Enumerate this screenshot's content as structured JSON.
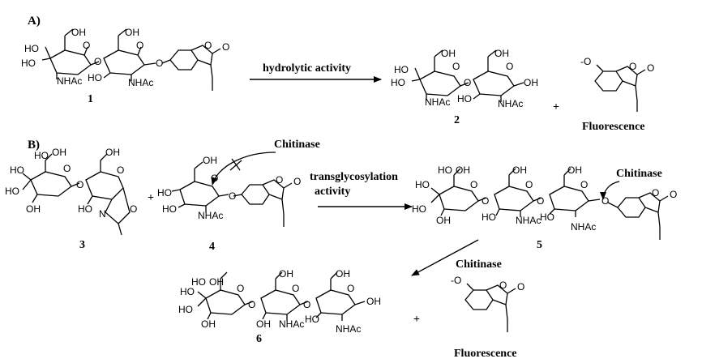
{
  "section_a": {
    "label": "A)"
  },
  "section_b": {
    "label": "B)"
  },
  "arrows": {
    "a_label": "hydrolytic activity",
    "b_label_line1": "transglycosylation",
    "b_label_line2": "activity",
    "b_enzyme_top": "Chitinase",
    "b_enzyme_right": "Chitinase",
    "b_enzyme_lower": "Chitinase"
  },
  "compounds": {
    "c1": "1",
    "c2": "2",
    "c3": "3",
    "c4": "4",
    "c5": "5",
    "c6": "6"
  },
  "products": {
    "fluorescence_a": "Fluorescence",
    "fluorescence_b": "Fluorescence",
    "plus": "+"
  },
  "atoms": {
    "oh": "OH",
    "ho": "HO",
    "nhac": "NHAc",
    "o": "O",
    "o_minus": "-O",
    "n": "N"
  }
}
